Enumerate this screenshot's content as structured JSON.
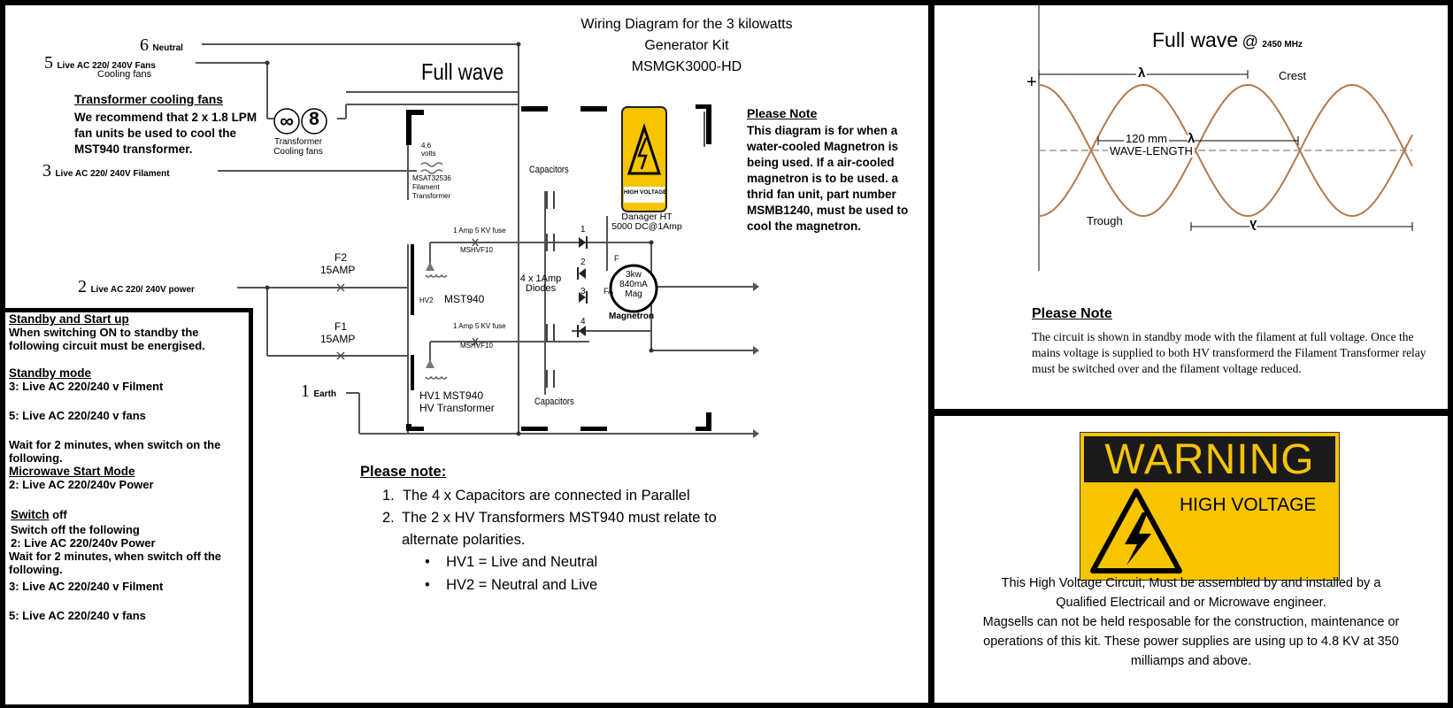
{
  "main": {
    "title": [
      "Wiring Diagram for the 3 kilowatts",
      "Generator Kit",
      "MSMGK3000-HD"
    ],
    "full_wave_label": "Full wave",
    "inputs": [
      {
        "num": "6",
        "label": "Neutral"
      },
      {
        "num": "5",
        "label": "Live AC 220/ 240V Fans",
        "sub": "Cooling fans"
      },
      {
        "num": "3",
        "label": "Live AC 220/ 240V Filament"
      },
      {
        "num": "2",
        "label": "Live AC 220/ 240V power"
      },
      {
        "num": "1",
        "label": "Earth"
      }
    ],
    "fan_note_title": "Transformer cooling fans",
    "fan_note_body": "We recommend that 2 x 1.8 LPM fan units be used to cool the MST940 transformer.",
    "fan_symbols": [
      "∞",
      "8"
    ],
    "fan_caption": [
      "Transformer",
      "Cooling fans"
    ],
    "filament": {
      "volts": [
        "4.6",
        "volts"
      ],
      "caption": [
        "MSAT32536",
        "Filament",
        "Transformer"
      ]
    },
    "fuses": [
      {
        "name": "F2",
        "rating": "15AMP"
      },
      {
        "name": "F1",
        "rating": "15AMP"
      }
    ],
    "hv_fuse_label": "1 Amp 5 KV fuse",
    "hv_fuse_part": "MSHVF10",
    "hv2_label": "HV2",
    "hv2_name": "MST940",
    "hv1_label": [
      "HV1 MST940",
      "HV Transformer"
    ],
    "capacitors_label": "Capacitors",
    "diodes_label": [
      "4 x 1Amp",
      "Diodes"
    ],
    "diode_numbers": [
      "1",
      "2",
      "3",
      "4"
    ],
    "warning_sign_text": "HIGH VOLTAGE",
    "danger_label": [
      "Danager HT",
      "5000 DC@1Amp"
    ],
    "magnetron": {
      "power": "3kw",
      "current": "840mA",
      "abbr": "Mag",
      "caption": "Magnetron",
      "f": "F",
      "fa": "FA"
    },
    "please_note_title": "Please Note",
    "please_note_body": "This diagram is for when a water-cooled Magnetron is being used. If a air-cooled magnetron is to be used. a thrid fan unit, part number MSMB1240, must be used to cool the magnetron.",
    "parallel_note": {
      "title": "Please note:",
      "items": [
        "The 4 x Capacitors are connected in Parallel",
        "The 2 x HV Transformers MST940 must relate to alternate polarities."
      ],
      "subitems": [
        "HV1 = Live and Neutral",
        "HV2 = Neutral and Live"
      ]
    }
  },
  "side": {
    "lines": [
      {
        "text": "Standby and Start up",
        "style": "h"
      },
      {
        "text": "When switching ON to standby the following circuit must be energised.",
        "style": "t"
      },
      {
        "text": "Standby mode",
        "style": "h"
      },
      {
        "text": "3: Live AC 220/240 v Filment",
        "style": "t"
      },
      {
        "text": "5: Live AC 220/240 v fans",
        "style": "t"
      },
      {
        "text": "Wait for 2 minutes, when switch on the following.",
        "style": "t"
      },
      {
        "text": "Microwave Start Mode",
        "style": "h"
      },
      {
        "text": "2: Live AC 220/240v Power",
        "style": "t"
      },
      {
        "text": "Switch",
        "style": "h",
        "suffix": " off"
      },
      {
        "text": "Switch off the following",
        "style": "t"
      },
      {
        "text": "2: Live AC 220/240v Power",
        "style": "t"
      },
      {
        "text": "Wait for 2 minutes, when switch off the following.",
        "style": "t"
      },
      {
        "text": "3: Live AC 220/240 v Filment",
        "style": "t"
      },
      {
        "text": "5: Live AC 220/240 v fans",
        "style": "t"
      }
    ]
  },
  "wave": {
    "title": "Full wave",
    "at": "@",
    "freq": "2450 MHz",
    "plus": "+",
    "lambda": "λ",
    "crest": "Crest",
    "trough": "Trough",
    "mm": "120 mm",
    "wavelength": "WAVE-LENGTH",
    "note_title": "Please Note",
    "note_body": "The circuit is shown in standby mode with the filament at full voltage. Once the mains voltage is supplied to both HV transformerd the Filament Transformer relay must be switched over and the filament voltage reduced."
  },
  "warning": {
    "word": "WARNING",
    "sub": "HIGH VOLTAGE",
    "body": [
      "This High Voltage Circuit, Must be assembled by and installed by a",
      "Qualified Electricail and or Microwave engineer.",
      "Magsells can not be held resposable for the construction, maintenance or",
      "operations of this kit.  These power supplies are using up to 4.8 KV at 350",
      "milliamps and above."
    ],
    "colors": {
      "sign": "#f7c400",
      "band": "#1a1a1a",
      "wave": "#b37a4c"
    }
  }
}
